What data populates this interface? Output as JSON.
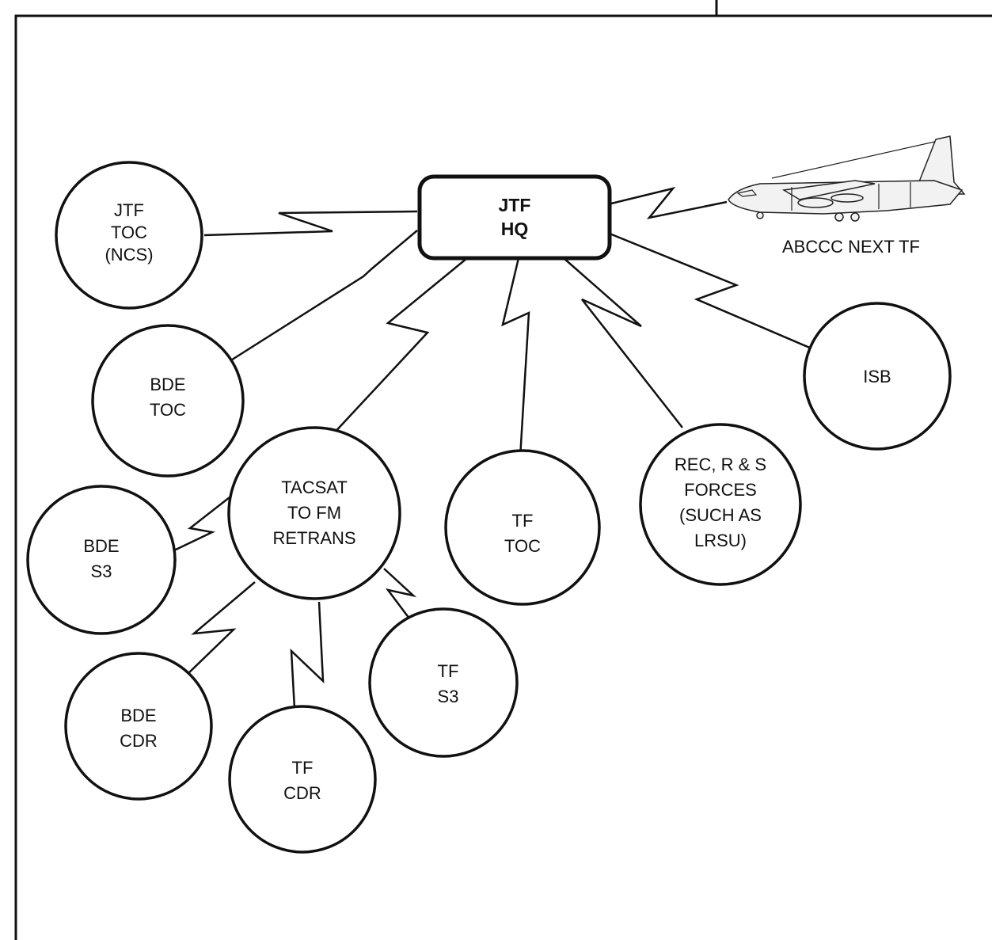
{
  "hq": {
    "line1": "JTF",
    "line2": "HQ"
  },
  "aircraft": {
    "label": "ABCCC NEXT TF"
  },
  "nodes": [
    {
      "id": "jtf-toc",
      "lines": [
        "JTF",
        "TOC",
        "(NCS)"
      ]
    },
    {
      "id": "bde-toc",
      "lines": [
        "BDE",
        "TOC"
      ]
    },
    {
      "id": "tacsat",
      "lines": [
        "TACSAT",
        "TO FM",
        "RETRANS"
      ]
    },
    {
      "id": "tf-toc",
      "lines": [
        "TF",
        "TOC"
      ]
    },
    {
      "id": "rec-rs",
      "lines": [
        "REC, R & S",
        "FORCES",
        "(SUCH AS",
        "LRSU)"
      ]
    },
    {
      "id": "isb",
      "lines": [
        "ISB"
      ]
    },
    {
      "id": "bde-s3",
      "lines": [
        "BDE",
        "S3"
      ]
    },
    {
      "id": "bde-cdr",
      "lines": [
        "BDE",
        "CDR"
      ]
    },
    {
      "id": "tf-cdr",
      "lines": [
        "TF",
        "CDR"
      ]
    },
    {
      "id": "tf-s3",
      "lines": [
        "TF",
        "S3"
      ]
    }
  ]
}
